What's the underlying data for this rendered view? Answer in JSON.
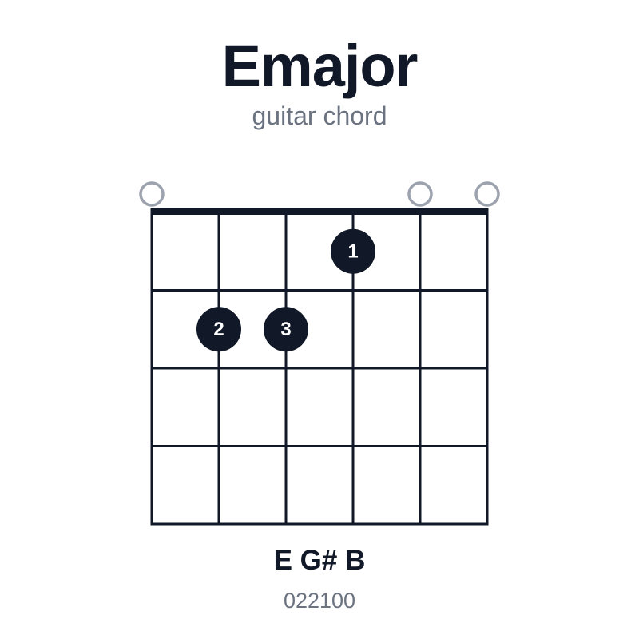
{
  "chord": {
    "name": "Emajor",
    "subtitle": "guitar chord",
    "notes": "E G# B",
    "fingering": "022100"
  },
  "diagram": {
    "strings": 6,
    "frets": 4,
    "open_strings": [
      1,
      5,
      6
    ],
    "fingers": [
      {
        "string": 4,
        "fret": 1,
        "label": "1"
      },
      {
        "string": 2,
        "fret": 2,
        "label": "2"
      },
      {
        "string": 3,
        "fret": 2,
        "label": "3"
      }
    ]
  },
  "colors": {
    "ink": "#111827",
    "muted": "#6b7280",
    "open_marker": "#9ca3af",
    "finger_text": "#ffffff",
    "background": "#ffffff"
  }
}
